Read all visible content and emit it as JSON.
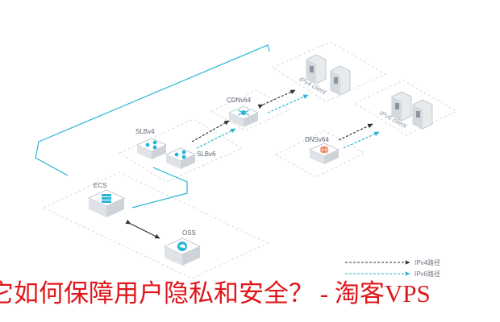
{
  "nodes": {
    "cdn": "CDNv64",
    "slbv4": "SLBv4",
    "slbv6": "SLBv6",
    "dns": "DNSv64",
    "ecs": "ECS",
    "oss": "OSS"
  },
  "zones": {
    "ipv4_client": "IPv4 client",
    "ipv6_client": "IPv6 client"
  },
  "legend": {
    "ipv4": "IPv4路径",
    "ipv6": "IPv6路径"
  },
  "caption": "它如何保障用户隐私和安全？ - 淘客VPS",
  "colors": {
    "ipv6_line": "#29b6d6",
    "ipv4_line": "#333333",
    "caption": "#e0161a"
  }
}
